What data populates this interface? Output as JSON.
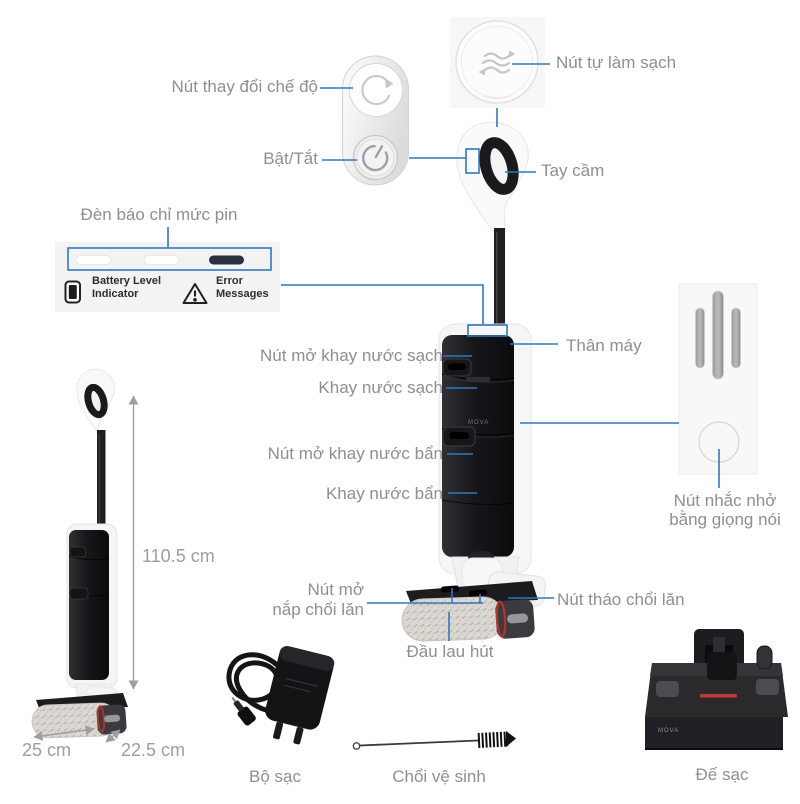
{
  "brand": "MOVA",
  "labels": {
    "self_clean": "Nút tự làm sạch",
    "mode": "Nút thay đổi chế độ",
    "power": "Bật/Tắt",
    "handle": "Tay cầm",
    "battery_panel": "Đèn báo chỉ mức pin",
    "battery_level_1": "Battery Level",
    "battery_level_2": "Indicator",
    "error_1": "Error",
    "error_2": "Messages",
    "clean_tank_button": "Nút mở khay nước sạch",
    "clean_tank": "Khay nước sạch",
    "main_body": "Thân máy",
    "dirty_tank_button": "Nút mở khay nước bẩn",
    "dirty_tank": "Khay nước bẩn",
    "voice_1": "Nút nhắc nhở",
    "voice_2": "bằng giọng nói",
    "roller_cover_1": "Nút mở",
    "roller_cover_2": "nắp chổi lăn",
    "roller_release": "Nút tháo chổi lăn",
    "mop_head": "Đầu lau hút",
    "charger": "Bộ sạc",
    "cleaning_brush": "Chổi vệ sinh",
    "dock": "Đế sạc"
  },
  "dimensions": {
    "height": "110.5 cm",
    "width": "25 cm",
    "depth": "22.5 cm"
  },
  "colors": {
    "callout_blue": "#3377bd",
    "label_gray": "#8d8f91",
    "dimension_gray": "#9c9e9f",
    "indicator_dark_pill": "#2c3142",
    "roller_red_ring": "#b4332c"
  }
}
